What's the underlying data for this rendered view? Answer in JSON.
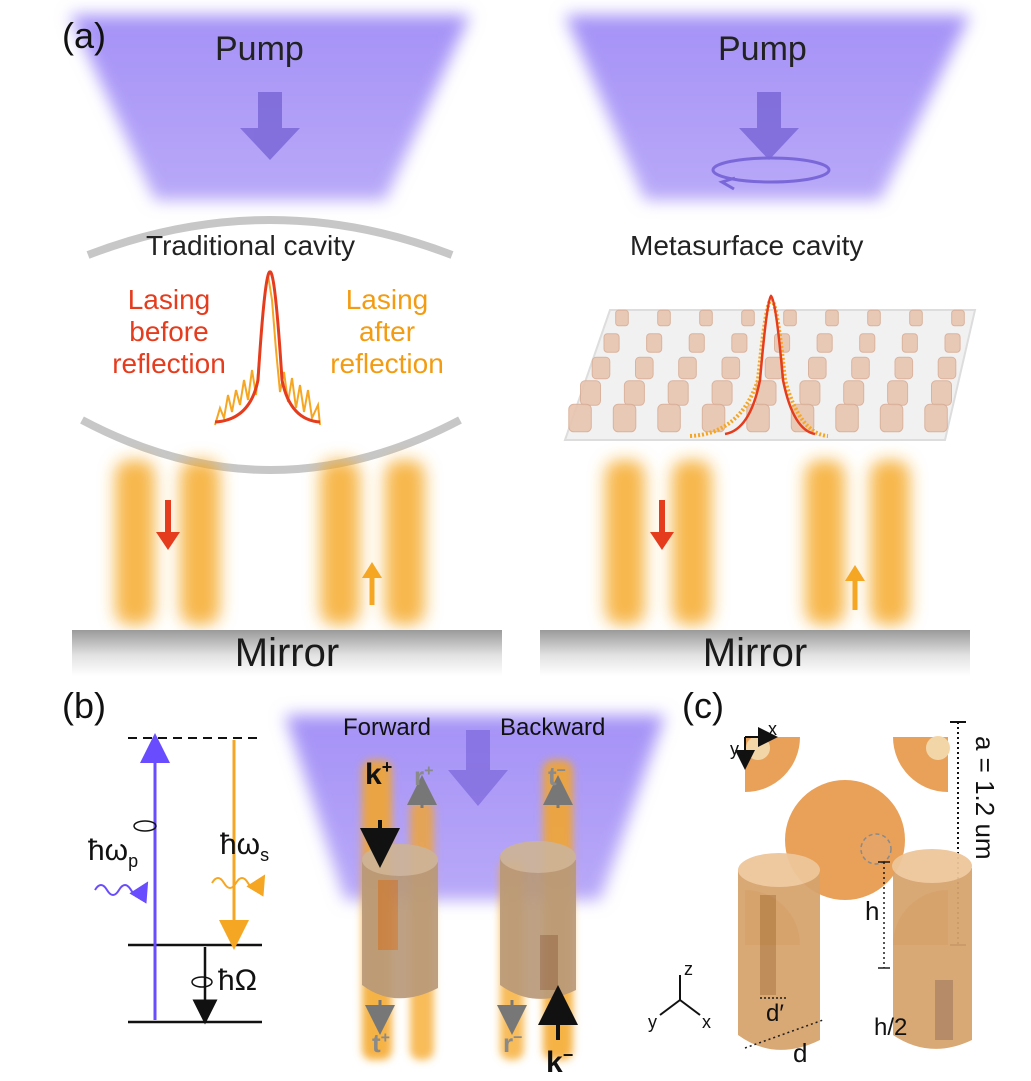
{
  "panels": {
    "a": "(a)",
    "b": "(b)",
    "c": "(c)"
  },
  "left": {
    "pump": "Pump",
    "cavity": "Traditional cavity",
    "lasing_before": [
      "Lasing",
      "before",
      "reflection"
    ],
    "lasing_after": [
      "Lasing",
      "after",
      "reflection"
    ],
    "mirror": "Mirror"
  },
  "right": {
    "pump": "Pump",
    "cavity": "Metasurface cavity",
    "mirror": "Mirror"
  },
  "energy": {
    "pump_label": "ħω",
    "pump_sub": "p",
    "stokes_label": "ħω",
    "stokes_sub": "s",
    "phonon_label": "ħΩ"
  },
  "directions": {
    "forward": "Forward",
    "backward": "Backward",
    "k_plus": "k",
    "k_plus_sup": "+",
    "r_plus": "r",
    "r_plus_sup": "+",
    "t_plus": "t",
    "t_plus_sup": "+",
    "k_minus": "k",
    "k_minus_sup": "−",
    "r_minus": "r",
    "r_minus_sup": "−",
    "t_minus": "t",
    "t_minus_sup": "−"
  },
  "unitcell": {
    "axis_x": "x",
    "axis_y": "y",
    "axis_z": "z",
    "period": "a = 1.2 um",
    "d": "d",
    "d_prime": "d′",
    "h": "h",
    "h_half": "h/2"
  },
  "colors": {
    "pump": "#a48cf5",
    "red": "#e53c1e",
    "orange": "#f5a623",
    "gold": "#e9a15a",
    "purple_line": "#6a4cff"
  }
}
